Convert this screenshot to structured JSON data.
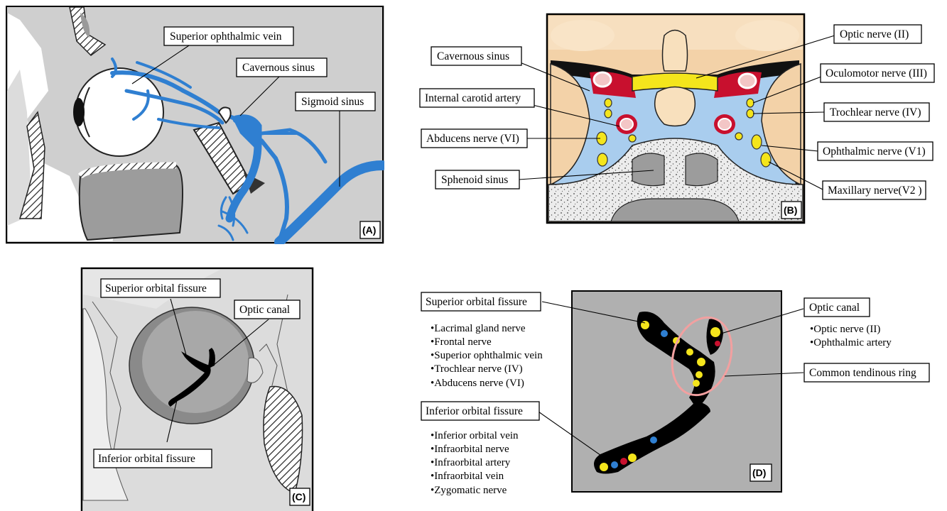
{
  "panels": {
    "a": {
      "tag": "(A)",
      "labels": {
        "superior_ophthalmic_vein": "Superior ophthalmic vein",
        "cavernous_sinus": "Cavernous sinus",
        "sigmoid_sinus": "Sigmoid sinus"
      }
    },
    "b": {
      "tag": "(B)",
      "labels": {
        "cavernous_sinus": "Cavernous sinus",
        "internal_carotid_artery": "Internal carotid artery",
        "abducens_nerve": "Abducens nerve (VI)",
        "sphenoid_sinus": "Sphenoid sinus",
        "optic_nerve": "Optic nerve (II)",
        "oculomotor_nerve": "Oculomotor nerve (III)",
        "trochlear_nerve": "Trochlear nerve  (IV)",
        "ophthalmic_nerve": "Ophthalmic nerve (V1)",
        "maxillary_nerve": "Maxillary nerve(V2 )"
      }
    },
    "c": {
      "tag": "(C)",
      "labels": {
        "superior_orbital_fissure": "Superior orbital fissure",
        "optic_canal": "Optic canal",
        "inferior_orbital_fissure": "Inferior orbital fissure"
      }
    },
    "d": {
      "tag": "(D)",
      "labels": {
        "superior_orbital_fissure": "Superior orbital fissure",
        "optic_canal": "Optic canal",
        "common_tendinous_ring": "Common tendinous ring",
        "inferior_orbital_fissure": "Inferior orbital fissure"
      },
      "lists": {
        "superior_orbital_fissure": [
          "•Lacrimal gland nerve",
          "•Frontal nerve",
          "•Superior ophthalmic vein",
          "•Trochlear nerve  (IV)",
          "•Abducens nerve (VI)"
        ],
        "optic_canal": [
          "•Optic nerve (II)",
          "•Ophthalmic artery"
        ],
        "inferior_orbital_fissure": [
          "•Inferior orbital vein",
          "•Infraorbital nerve",
          "•Infraorbital artery",
          "•Infraorbital vein",
          "•Zygomatic nerve"
        ]
      }
    }
  },
  "colors": {
    "vein_blue": "#2f7fd1",
    "sinus_blue": "#a9cdee",
    "artery_red": "#c8102e",
    "nerve_yellow": "#f4e51c",
    "bone_tan": "#f3d2a8",
    "panel_gray": "#c8c8c8",
    "ring_pink": "#f2a0a0"
  }
}
